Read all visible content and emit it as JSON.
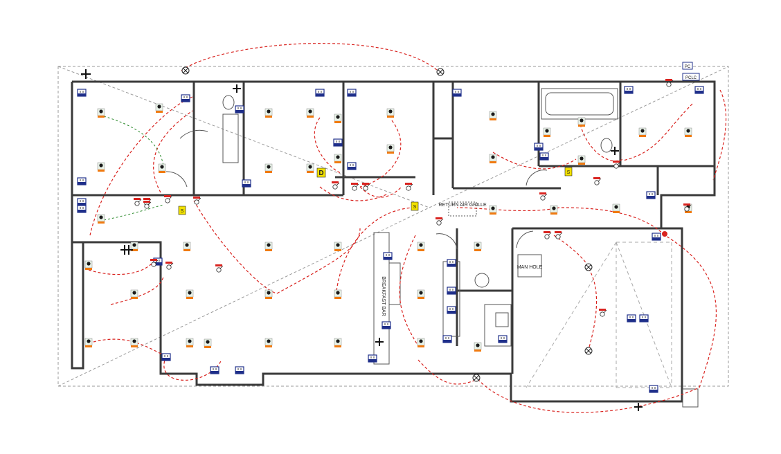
{
  "labels": {
    "return_air_grille": "RETURN AIR GRILLE",
    "breakfast_bar": "BREAKFAST BAR",
    "man_hole": "MAN HOLE",
    "pc": "PC",
    "pcl": "PCLC",
    "d": "D",
    "s": "S"
  },
  "colors": {
    "wall": "#3a3a3a",
    "wiring": "#d9231f",
    "sensor_wiring": "#2e8b2e",
    "light": "#1a1a1a",
    "light_tag": "#f07a10",
    "outlet_fill": "#1f2f8a",
    "yellow": "#f2e100",
    "dashed_boundary": "#888888"
  },
  "icons": [
    "ceiling-light-icon",
    "power-outlet-icon",
    "exhaust-fan-icon",
    "smoke-detector-icon",
    "switch-icon",
    "data-point-icon"
  ]
}
